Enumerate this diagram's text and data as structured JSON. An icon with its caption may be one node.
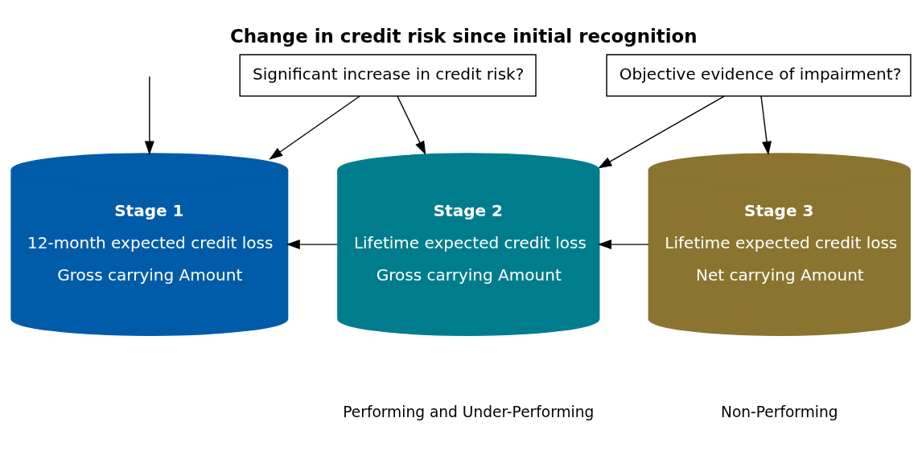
{
  "diagram": {
    "title": "Change in credit risk since initial recognition",
    "nodes": [
      {
        "text": [
          "Significant increase in credit risk?"
        ]
      },
      {
        "text": [
          "Objective evidence of impairment?"
        ]
      },
      {
        "text": [
          "Stage 1",
          "12-month expected credit loss",
          "Gross carrying Amount"
        ]
      },
      {
        "text": [
          "Stage 2",
          "Lifetime expected credit loss",
          "Gross carrying Amount"
        ]
      },
      {
        "text": [
          "Stage 3",
          "Lifetime expected credit loss",
          "Net carrying Amount"
        ]
      }
    ],
    "edges": [
      {
        "from": 0,
        "to": 2,
        "arrow": "to"
      },
      {
        "from": 0,
        "to": 3,
        "arrow": "to"
      },
      {
        "from": 1,
        "to": 3,
        "arrow": "to"
      },
      {
        "from": 1,
        "to": 4,
        "arrow": "to"
      },
      {
        "from": 3,
        "to": 2,
        "arrow": "to"
      },
      {
        "from": 4,
        "to": 3,
        "arrow": "to"
      },
      {
        "from": null,
        "to": 2,
        "arrow": "to"
      }
    ],
    "labels": [
      "Performing and Under-Performing",
      "Non-Performing"
    ]
  }
}
